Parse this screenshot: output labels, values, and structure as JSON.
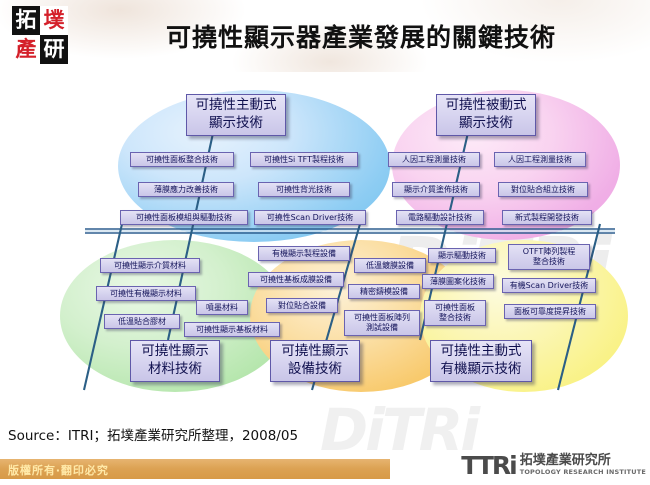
{
  "header": {
    "title": "可撓性顯示器產業發展的關鍵技術",
    "logo": {
      "c1": "拓",
      "c2": "墣",
      "c3": "產",
      "c4": "研"
    }
  },
  "clusters": [
    {
      "id": "active-matrix",
      "hub": "可撓性主動式\n顯示技術",
      "color": "#8ecdf3",
      "left_items": [
        "可撓性面板整合技術",
        "薄膜應力改善技術",
        "可撓性面板模組與驅動技術"
      ],
      "right_items": [
        "可撓性Si TFT製程技術",
        "可撓性背光技術",
        "可撓性Scan Driver技術"
      ]
    },
    {
      "id": "passive-matrix",
      "hub": "可撓性被動式\n顯示技術",
      "color": "#f0aee6",
      "left_items": [
        "人因工程測量技術",
        "顯示介質塗佈技術",
        "電路驅動設計技術"
      ],
      "right_items": [
        "人因工程測量技術",
        "對位貼合組立技術",
        "新式製程開發技術"
      ]
    },
    {
      "id": "materials",
      "hub": "可撓性顯示\n材料技術",
      "color": "#b2e5a9",
      "left_items": [
        "可撓性顯示介質材料",
        "可撓性有機顯示材料",
        "低溫貼合膠材"
      ],
      "right_items": [
        "噴墨材料",
        "可撓性顯示基板材料"
      ]
    },
    {
      "id": "equipment",
      "hub": "可撓性顯示\n設備技術",
      "color": "#f8c868",
      "left_items": [
        "有機顯示製程設備",
        "可撓性基板成膜設備",
        "對位貼合設備"
      ],
      "right_items": [
        "低溫鍍膜設備",
        "精密鑄模設備",
        "可撓性面板陣列\n測試設備"
      ]
    },
    {
      "id": "amoled",
      "hub": "可撓性主動式\n有機顯示技術",
      "color": "#f9f285",
      "left_items": [
        "顯示驅動技術",
        "薄膜圖案化技術",
        "可撓性面板\n整合技術"
      ],
      "right_items": [
        "OTFT陣列製程\n整合技術",
        "有機Scan Driver技術",
        "面板可靠度提昇技術"
      ]
    }
  ],
  "watermark": {
    "text1": "TRi",
    "text2": "DiTRi"
  },
  "source": "Source：ITRI；拓墣產業研究所整理，2008/05",
  "footer": {
    "copyright": "版權所有‧翻印必究",
    "logo_mark": "TTRi",
    "logo_cn": "拓墣產業研究所",
    "logo_en": "TOPOLOGY RESEARCH INSTITUTE"
  }
}
